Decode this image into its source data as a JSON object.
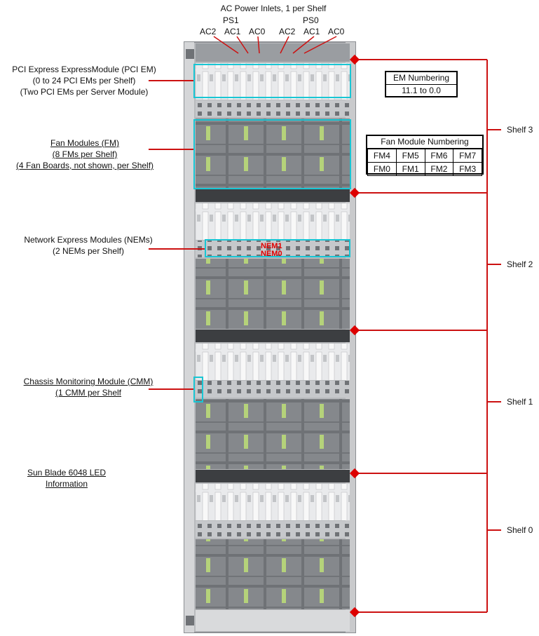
{
  "top": {
    "title": "AC Power Inlets, 1 per Shelf",
    "ps_left": "PS1",
    "ps_right": "PS0",
    "inlets_left": [
      "AC2",
      "AC1",
      "AC0"
    ],
    "inlets_right": [
      "AC2",
      "AC1",
      "AC0"
    ]
  },
  "callouts": {
    "pci": [
      "PCI Express ExpressModule (PCI EM)",
      "(0 to 24 PCI EMs per Shelf)",
      "(Two PCI EMs per Server Module)"
    ],
    "fan": [
      "Fan Modules (FM)",
      "(8 FMs per Shelf)",
      "(4 Fan Boards, not shown, per Shelf)"
    ],
    "nem": [
      "Network Express Modules (NEMs)",
      "(2 NEMs per Shelf)"
    ],
    "cmm": [
      "Chassis Monitoring Module (CMM)",
      "(1 CMM per Shelf"
    ],
    "led": [
      "Sun Blade 6048 LED",
      "Information"
    ]
  },
  "nem_labels": [
    "NEM1",
    "NEM0"
  ],
  "em_box": {
    "title": "EM Numbering",
    "value": "11.1 to 0.0"
  },
  "fm_box": {
    "title": "Fan Module Numbering",
    "rows": [
      [
        "FM4",
        "FM5",
        "FM6",
        "FM7"
      ],
      [
        "FM0",
        "FM1",
        "FM2",
        "FM3"
      ]
    ]
  },
  "shelves": [
    "Shelf 3",
    "Shelf 2",
    "Shelf 1",
    "Shelf 0"
  ],
  "colors": {
    "callout": "#cc1111",
    "highlight": "#19c6d4",
    "rack": "#8d8f93"
  }
}
